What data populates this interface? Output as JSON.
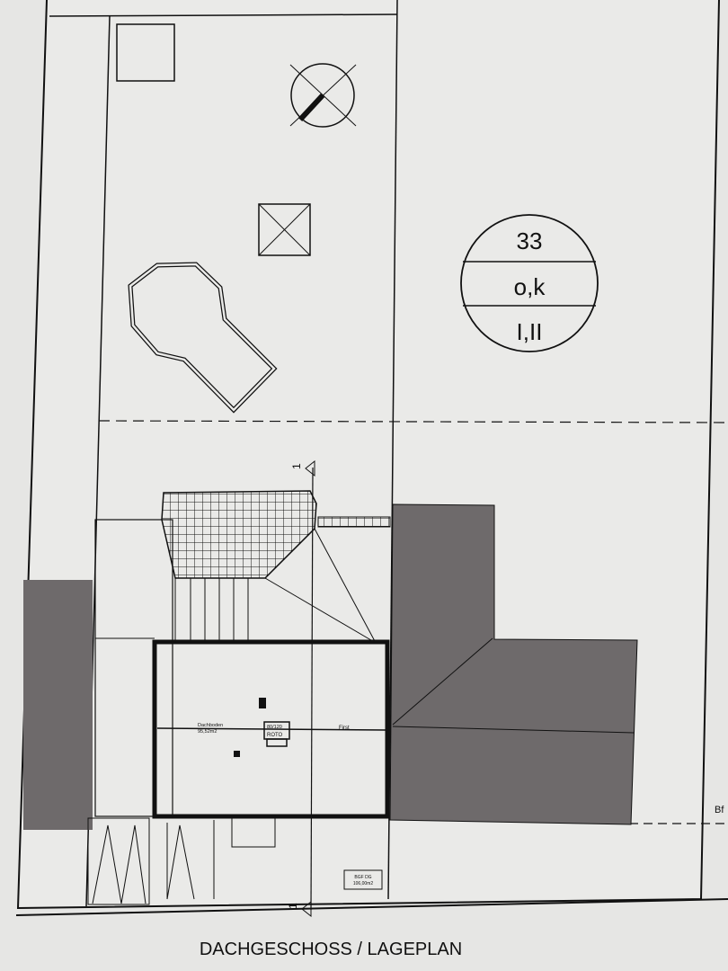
{
  "plan": {
    "title": "DACHGESCHOSS / LAGEPLAN",
    "zoning": {
      "number": "33",
      "type": "o,k",
      "floors": "I,II"
    },
    "room": {
      "name": "Dachboden",
      "area": "95,52m2"
    },
    "window": {
      "size": "80/120",
      "brand": "ROTO"
    },
    "ridge_label": "First",
    "gross_area": {
      "label": "BGF DG",
      "value": "106,00m2"
    },
    "section_marker": "1",
    "edge_label": "Bf"
  },
  "colors": {
    "paper": "#e6e6e4",
    "line": "#111111",
    "neighbor_building": "#6e6a6b"
  }
}
